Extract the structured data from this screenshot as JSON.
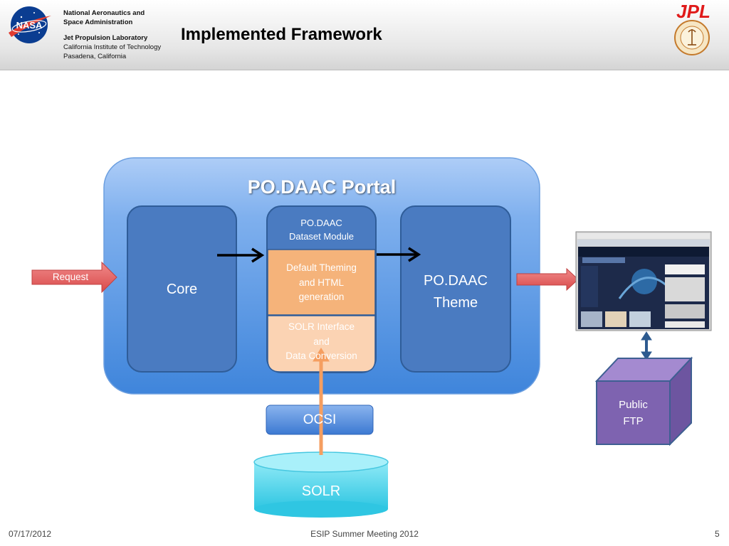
{
  "header": {
    "org_line1": "National Aeronautics and",
    "org_line2": "Space Administration",
    "lab_name": "Jet Propulsion Laboratory",
    "lab_line2": "California Institute of Technology",
    "lab_line3": "Pasadena, California",
    "title": "Implemented Framework",
    "nasa_logo": "NASA",
    "jpl_logo": "JPL"
  },
  "diagram": {
    "portal_title": "PO.DAAC Portal",
    "core": "Core",
    "dataset_module_line1": "PO.DAAC",
    "dataset_module_line2": "Dataset Module",
    "theming_line1": "Default Theming",
    "theming_line2": "and HTML",
    "theming_line3": "generation",
    "solr_iface_line1": "SOLR Interface",
    "solr_iface_line2": "and",
    "solr_iface_line3": "Data Conversion",
    "theme_line1": "PO.DAAC",
    "theme_line2": "Theme",
    "request": "Request",
    "ocsi": "OCSI",
    "solr": "SOLR",
    "ftp_line1": "Public",
    "ftp_line2": "FTP"
  },
  "footer": {
    "date": "07/17/2012",
    "event": "ESIP Summer Meeting 2012",
    "page": "5"
  },
  "colors": {
    "portal_blue": "#4f92e2",
    "module_blue": "#4a7bc1",
    "theming_orange": "#f5b37a",
    "solr_iface_peach": "#fbd3b3",
    "request_red": "#e35d5d",
    "solr_cyan": "#4fd6ec",
    "ftp_purple": "#8a70b3",
    "arrow_orange": "#f59e60"
  }
}
